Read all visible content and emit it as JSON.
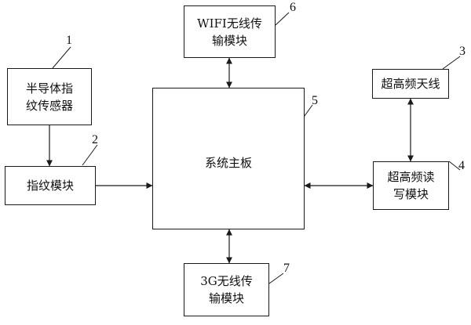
{
  "blocks": {
    "fingerprint_sensor": {
      "line1": "半导体指",
      "line2": "纹传感器",
      "number": "1"
    },
    "fingerprint_module": {
      "label": "指纹模块",
      "number": "2"
    },
    "uhf_antenna": {
      "label": "超高频天线",
      "number": "3"
    },
    "uhf_reader": {
      "line1": "超高频读",
      "line2": "写模块",
      "number": "4"
    },
    "mainboard": {
      "label": "系统主板",
      "number": "5"
    },
    "wifi_module": {
      "line1": "WIFI无线传",
      "line2": "输模块",
      "number": "6"
    },
    "g3_module": {
      "line1": "3G无线传",
      "line2": "输模块",
      "number": "7"
    }
  },
  "connections": [
    {
      "from": "fingerprint_sensor",
      "to": "fingerprint_module",
      "direction": "one-way"
    },
    {
      "from": "fingerprint_module",
      "to": "mainboard",
      "direction": "one-way"
    },
    {
      "from": "wifi_module",
      "to": "mainboard",
      "direction": "two-way"
    },
    {
      "from": "mainboard",
      "to": "g3_module",
      "direction": "two-way"
    },
    {
      "from": "mainboard",
      "to": "uhf_reader",
      "direction": "two-way"
    },
    {
      "from": "uhf_antenna",
      "to": "uhf_reader",
      "direction": "two-way"
    }
  ]
}
